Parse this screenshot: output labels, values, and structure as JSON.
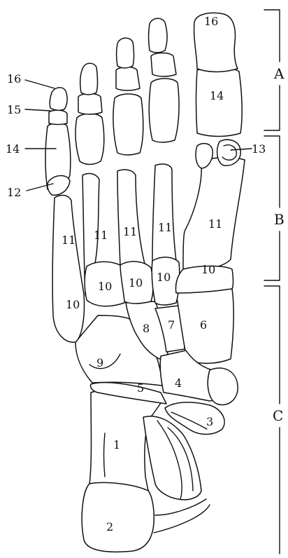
{
  "numbers": {
    "n1": "1",
    "n2": "2",
    "n3": "3",
    "n4": "4",
    "n5": "5",
    "n6": "6",
    "n7": "7",
    "n8": "8",
    "n9": "9",
    "n10a": "10",
    "n10b": "10",
    "n10c": "10",
    "n10d": "10",
    "n10e": "10",
    "n11a": "11",
    "n11b": "11",
    "n11c": "11",
    "n11d": "11",
    "n11e": "11",
    "n12": "12",
    "n13": "13",
    "n14a": "14",
    "n14b": "14",
    "n15": "15",
    "n16a": "16",
    "n16b": "16"
  },
  "sections": {
    "a": "A",
    "b": "B",
    "c": "C"
  }
}
